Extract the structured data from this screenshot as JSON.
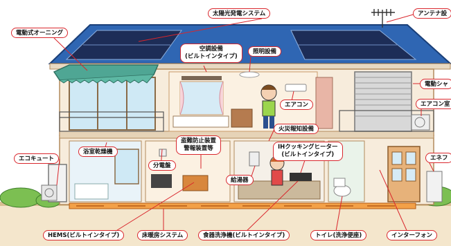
{
  "labels": {
    "solar": "太陽光発電システム",
    "antenna": "アンテナ設",
    "awning": "電動式オーニング",
    "ac_builtin_1": "空調設備",
    "ac_builtin_2": "(ビルトインタイプ)",
    "lighting": "照明設備",
    "shutter": "電動シャ",
    "aircon": "エアコン",
    "aircon_outdoor": "エアコン室",
    "fire_alarm": "火災報知設備",
    "ecocute": "エコキュート",
    "bath_dryer": "浴室乾燥機",
    "security_1": "盗難防止装置",
    "security_2": "警報装置等",
    "ih_1": "IHクッキングヒーター",
    "ih_2": "(ビルトインタイプ)",
    "enefarm": "エネフ",
    "breaker": "分電盤",
    "water_heater": "給湯器",
    "hems": "HEMS(ビルトインタイプ)",
    "floor_heating": "床暖房システム",
    "dishwasher": "食器洗浄機(ビルトインタイプ)",
    "toilet": "トイレ(洗浄便座)",
    "intercom": "インターフォン"
  },
  "colors": {
    "callout_border": "#d9262c",
    "roof": "#2f66b3",
    "solar_panel": "#1d2d57",
    "wall": "#f7ecdc",
    "trim": "#c99a6a",
    "awning": "#4fa694",
    "floor_heating": "#e9832e",
    "ground": "#e9d6b2"
  }
}
